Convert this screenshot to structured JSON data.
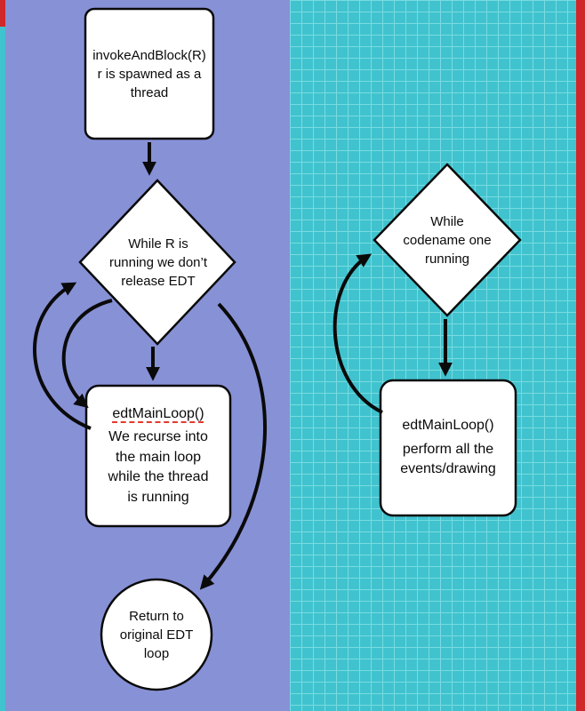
{
  "panels": {
    "left": {
      "invoke_block": {
        "text": "invokeAndBlock(R)\nr is spawned as a\nthread"
      },
      "while_diamond": {
        "text": "While R is\nrunning we don’t\nrelease EDT"
      },
      "edt_main_loop": {
        "title": "edtMainLoop()",
        "body": "We recurse into\nthe main loop\nwhile the thread\nis running"
      },
      "return_circle": {
        "text": "Return to\noriginal EDT\nloop"
      }
    },
    "right": {
      "while_diamond": {
        "text": "While\ncodename one\nrunning"
      },
      "edt_main_loop": {
        "title": "edtMainLoop()",
        "body": "perform all the\nevents/drawing"
      }
    }
  },
  "colors": {
    "left_bg": "#8791d6",
    "right_bg": "#40c3ce",
    "grid_line": "#79dbe1",
    "red_stripe": "#d0272b",
    "shape_fill": "#ffffff",
    "shape_stroke": "#0a0a0a",
    "squiggle": "#e23a2e"
  }
}
